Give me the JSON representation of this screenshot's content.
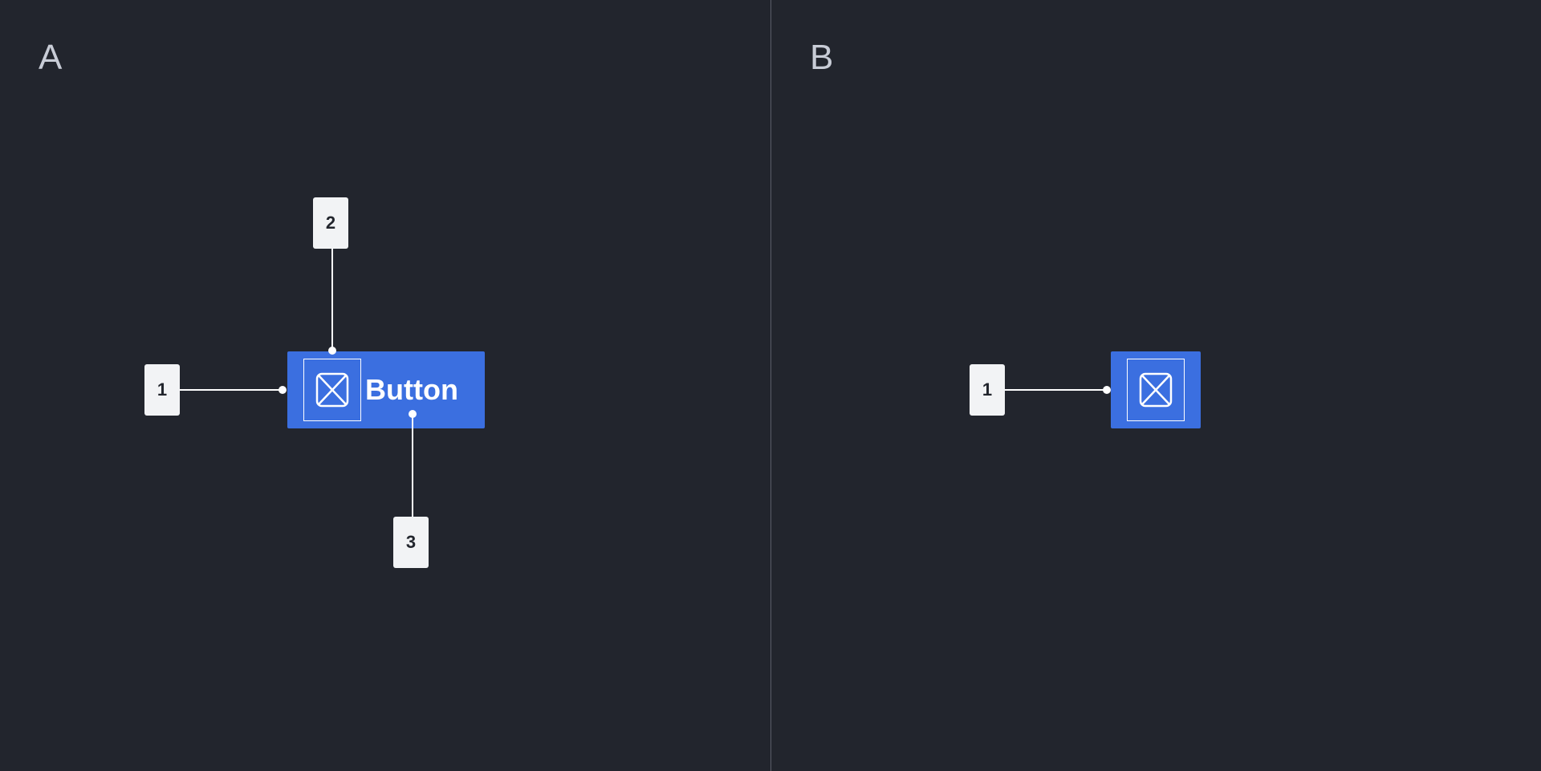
{
  "panels": {
    "a": {
      "letter": "A",
      "button_label": "Button",
      "markers": [
        "1",
        "2",
        "3"
      ]
    },
    "b": {
      "letter": "B",
      "markers": [
        "1"
      ]
    }
  },
  "colors": {
    "background": "#22252d",
    "button": "#3b6fe0",
    "marker": "#f2f3f5",
    "divider": "#5a5e68"
  },
  "icons": {
    "button_icon": "image-placeholder-icon"
  }
}
